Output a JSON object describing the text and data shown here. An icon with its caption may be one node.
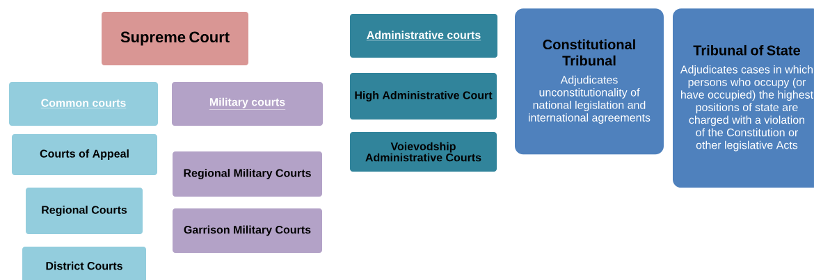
{
  "diagram": {
    "nodes": [
      {
        "text": [
          "Supreme Court"
        ]
      },
      {
        "text": [
          "Common courts"
        ]
      },
      {
        "text": [
          "Courts of Appeal"
        ]
      },
      {
        "text": [
          "Regional Courts"
        ]
      },
      {
        "text": [
          "District Courts"
        ]
      },
      {
        "text": [
          "Military courts"
        ]
      },
      {
        "text": [
          "Regional Military Courts"
        ]
      },
      {
        "text": [
          "Garrison Military Courts"
        ]
      },
      {
        "text": [
          "Administrative courts"
        ]
      },
      {
        "text": [
          "High Administrative Court"
        ]
      },
      {
        "text": [
          "Voievodship Administrative Courts"
        ]
      },
      {
        "text": [
          "Constitutional Tribunal",
          "Adjudicates unconstitutionality of national legislation and international agreements"
        ]
      },
      {
        "text": [
          "Tribunal of State",
          "Adjudicates cases in which persons who occupy (or have occupied) the highest positions of state are charged with a violation of the Constitution or other legislative Acts"
        ]
      }
    ]
  }
}
